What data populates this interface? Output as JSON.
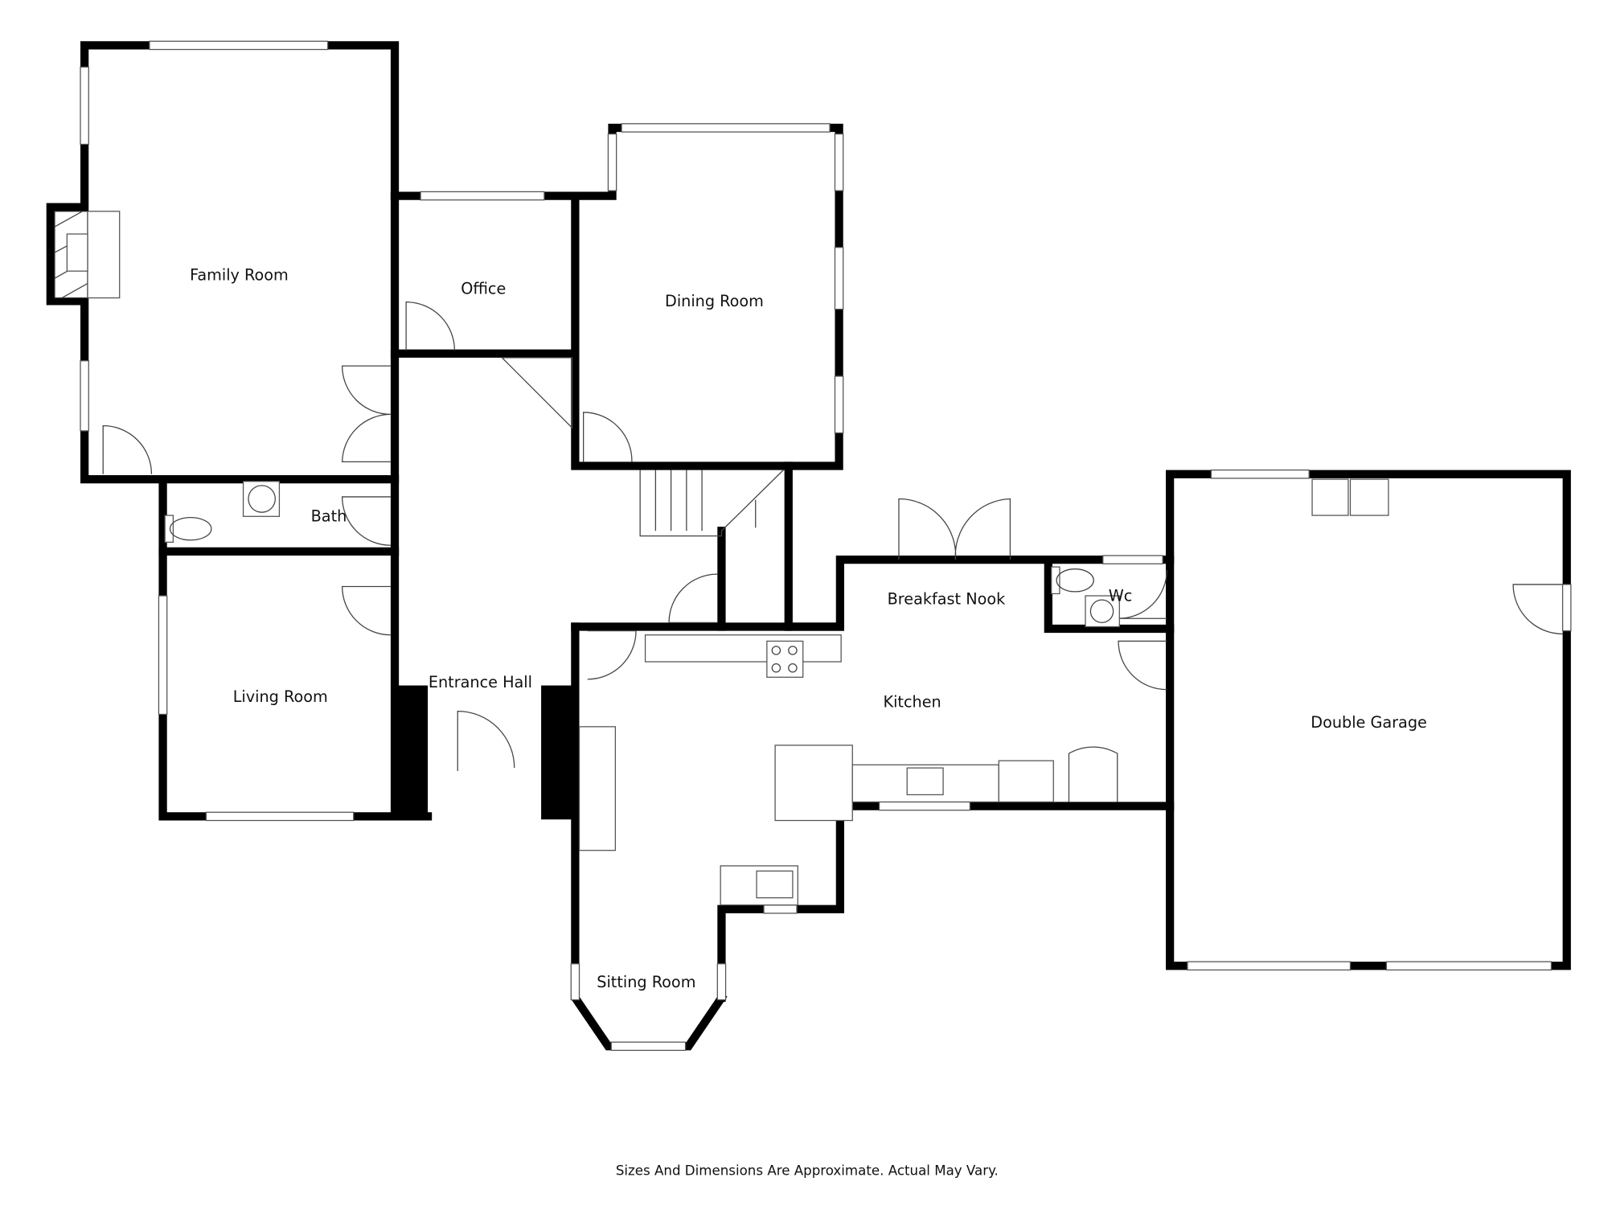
{
  "rooms": {
    "family_room": "Family Room",
    "office": "Office",
    "dining_room": "Dining Room",
    "bath": "Bath",
    "living_room": "Living Room",
    "entrance_hall": "Entrance Hall",
    "breakfast_nook": "Breakfast Nook",
    "wc": "Wc",
    "kitchen": "Kitchen",
    "double_garage": "Double Garage",
    "sitting_room": "Sitting Room"
  },
  "footer": "Sizes And Dimensions Are Approximate. Actual May Vary."
}
